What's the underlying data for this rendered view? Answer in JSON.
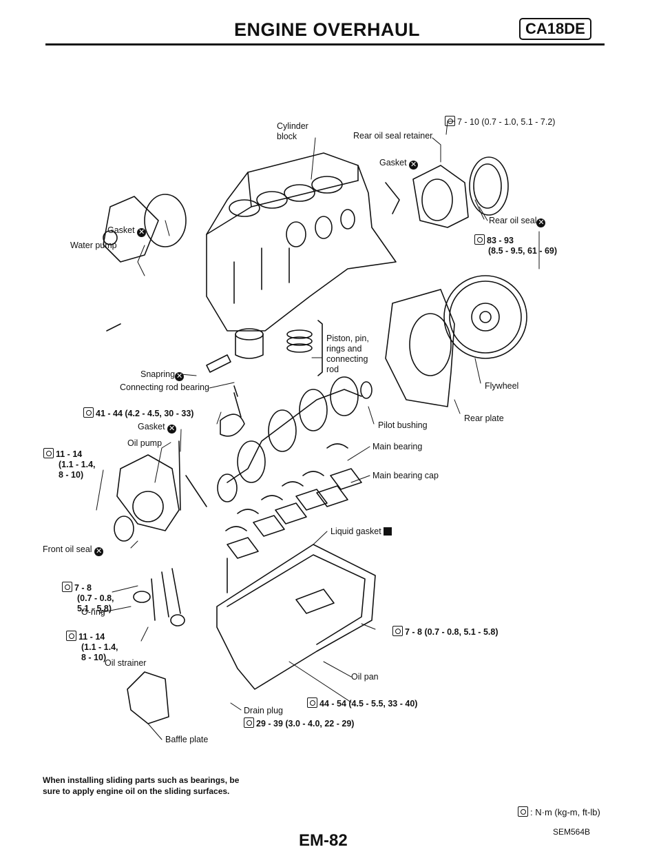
{
  "header": {
    "title": "ENGINE OVERHAUL",
    "model": "CA18DE"
  },
  "labels": {
    "torque_rear_retainer": "7 - 10 (0.7 - 1.0, 5.1 - 7.2)",
    "cylinder_block": "Cylinder block",
    "rear_oil_seal_retainer": "Rear oil seal retainer",
    "gasket": "Gasket",
    "rear_oil_seal": "Rear oil seal",
    "torque_flywheel_1": "83 - 93",
    "torque_flywheel_2": "(8.5 - 9.5, 61 - 69)",
    "water_pump": "Water pump",
    "piston_group": "Piston, pin, rings and connecting rod",
    "snapring": "Snapring",
    "connecting_rod_bearing": "Connecting rod bearing",
    "flywheel": "Flywheel",
    "torque_conrod": "41 - 44 (4.2 - 4.5, 30 - 33)",
    "rear_plate": "Rear plate",
    "pilot_bushing": "Pilot bushing",
    "oil_pump": "Oil pump",
    "torque_oil_pump_1": "11 - 14",
    "torque_oil_pump_2": "(1.1 - 1.4,",
    "torque_oil_pump_3": "8 - 10)",
    "main_bearing": "Main bearing",
    "main_bearing_cap": "Main bearing cap",
    "front_oil_seal": "Front oil seal",
    "liquid_gasket": "Liquid gasket",
    "torque_strainer_1": "7 - 8",
    "torque_strainer_2": "(0.7 - 0.8,",
    "torque_strainer_3": "5.1 - 5.8)",
    "o_ring": "O-ring",
    "torque_oil_pan": "7 - 8 (0.7 - 0.8, 5.1 - 5.8)",
    "torque_strainer2_1": "11 - 14",
    "torque_strainer2_2": "(1.1 - 1.4,",
    "torque_strainer2_3": "8 - 10)",
    "oil_strainer": "Oil strainer",
    "oil_pan": "Oil pan",
    "torque_drain_cap": "44 - 54 (4.5 - 5.5, 33 - 40)",
    "drain_plug": "Drain plug",
    "torque_drain_plug": "29 - 39 (3.0 - 4.0, 22 - 29)",
    "baffle_plate": "Baffle plate"
  },
  "footer": {
    "note": "When installing sliding parts such as bearings, be sure to apply engine oil on the sliding surfaces.",
    "legend": ": N·m (kg-m, ft-lb)",
    "ref_code": "SEM564B",
    "page_number": "EM-82"
  },
  "icons": [
    "torque-wrench-icon",
    "replace-part-icon",
    "liquid-gasket-icon"
  ]
}
